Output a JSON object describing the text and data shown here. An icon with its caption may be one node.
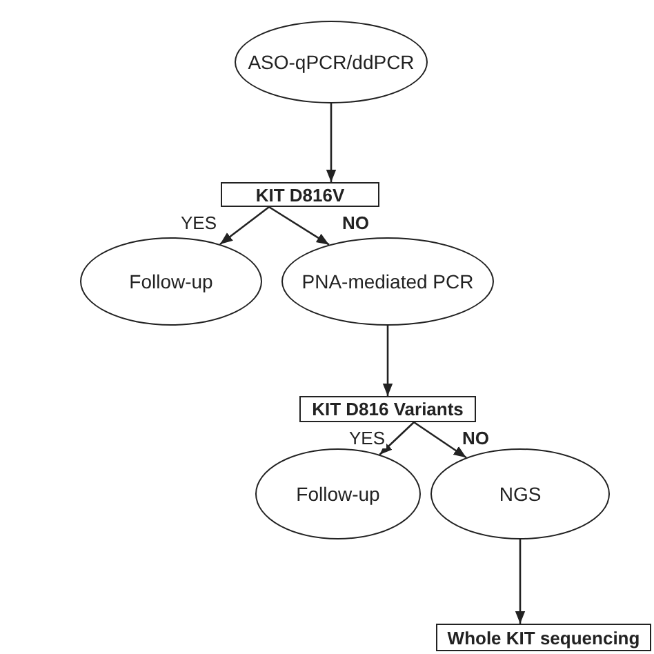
{
  "diagram": {
    "nodes": [
      {
        "text": [
          "ASO-qPCR/ddPCR"
        ]
      },
      {
        "text": [
          "KIT D816V"
        ]
      },
      {
        "text": [
          "Follow-up"
        ]
      },
      {
        "text": [
          "PNA-mediated PCR"
        ]
      },
      {
        "text": [
          "KIT D816 Variants"
        ]
      },
      {
        "text": [
          "Follow-up"
        ]
      },
      {
        "text": [
          "NGS"
        ]
      },
      {
        "text": [
          "Whole KIT sequencing"
        ]
      }
    ],
    "edges": [
      {
        "from": 0,
        "to": 1,
        "arrow": "to"
      },
      {
        "from": 1,
        "to": 2,
        "arrow": "to",
        "label": "YES"
      },
      {
        "from": 1,
        "to": 3,
        "arrow": "to",
        "label": "NO"
      },
      {
        "from": 3,
        "to": 4,
        "arrow": "to"
      },
      {
        "from": 4,
        "to": 5,
        "arrow": "to",
        "label": "YES"
      },
      {
        "from": 4,
        "to": 6,
        "arrow": "to",
        "label": "NO"
      },
      {
        "from": 6,
        "to": 7,
        "arrow": "to"
      }
    ]
  }
}
